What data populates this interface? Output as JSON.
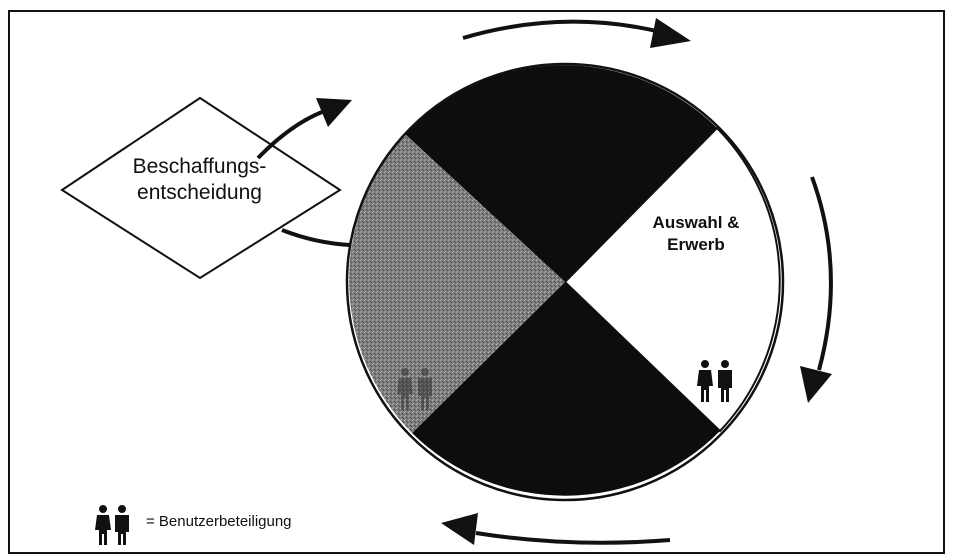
{
  "decision": {
    "line1": "Beschaffungs-",
    "line2": "entscheidung"
  },
  "segments": {
    "selection": {
      "line1": "Auswahl &",
      "line2": "Erwerb"
    }
  },
  "legend": {
    "text": "= Benutzerbeteiligung"
  },
  "colors": {
    "dark_segment": "#0d0d0d",
    "gray_segment": "#8a8a8a",
    "white_segment": "#ffffff",
    "ink": "#111111"
  },
  "icons": [
    "user-pair-icon",
    "arrow-icon"
  ]
}
